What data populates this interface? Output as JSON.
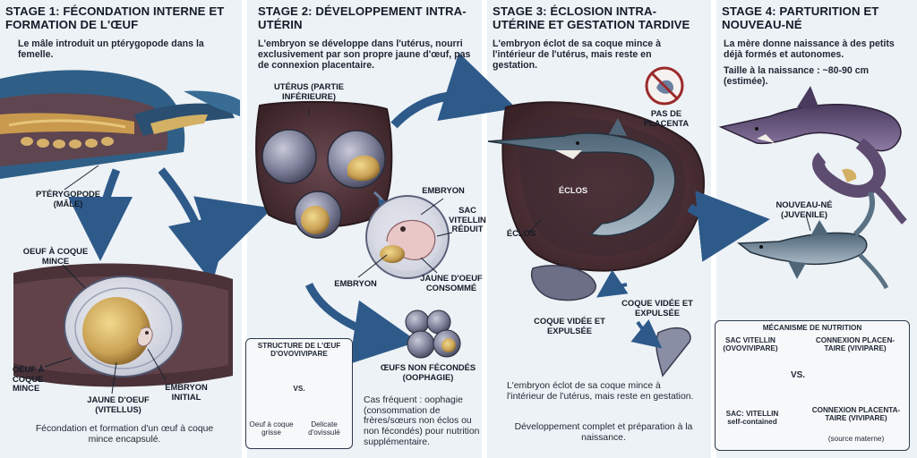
{
  "stage1": {
    "title": "STAGE 1: FÉCONDATION INTERNE ET FORMATION DE L'ŒUF",
    "desc": "Le mâle introduit un ptérygopode dans la femelle.",
    "labels": {
      "pterygopode": "PTÉRYGOPODE (MÂLE)",
      "oeuf_coque": "OEUF À COQUE MINCE",
      "oeuf_coque2": "OEUF À COQUE MINCE",
      "jaune": "JAUNE D'OEUF (VITELLUS)",
      "embryon": "EMBRYON INITIAL"
    },
    "caption": "Fécondation et formation d'un œuf à coque mince encapsulé."
  },
  "stage2": {
    "title": "STAGE 2: DÉVELOPPEMENT INTRA-UTÉRIN",
    "desc": "L'embryon se développe dans l'utérus, nourri exclusivement par son propre jaune d'œuf, pas de connexion placentaire.",
    "labels": {
      "uterus": "UTÉRUS (PARTIE INFÉRIEURE)",
      "embryon_top": "EMBRYON",
      "sac": "SAC VITELLIN RÉDUIT",
      "embryon_left": "EMBRYON",
      "jaune_consomme": "JAUNE D'OEUF CONSOMMÉ",
      "oeufs_non_fec": "ŒUFS NON FÉCONDÉS (OOPHAGIE)"
    },
    "box": {
      "title": "STRUCTURE DE L'ŒUF D'OVOVIVIPARE",
      "vs": "VS.",
      "left": "Oeuf à coque grisse",
      "right": "Delicate d'ovissulé"
    },
    "caption": "Cas fréquent : oophagie (consommation de frères/sœurs non éclos ou non fécondés) pour nutrition supplémentaire."
  },
  "stage3": {
    "title": "STAGE 3: ÉCLOSION INTRA-UTÉRINE ET GESTATION TARDIVE",
    "desc": "L'embryon éclot de sa coque mince à l'intérieur de l'utérus, mais reste en gestation.",
    "labels": {
      "pas_placenta": "PAS DE PLACENTA",
      "eclos_in": "ÉCLOS",
      "eclos_out": "ÉCLOS",
      "coque1": "COQUE VIDÉE ET EXPULSÉE",
      "coque2": "COQUE VIDÉE ET EXPULSÉE"
    },
    "caption1": "L'embryon éclot de sa coque mince à l'intérieur de l'utérus, mais reste en gestation.",
    "caption2": "Développement complet et préparation à la naissance."
  },
  "stage4": {
    "title": "STAGE 4: PARTURITION ET NOUVEAU-NÉ",
    "desc": "La mère donne naissance à des petits déjà formés et autonomes.",
    "size": "Taille à la naissance : ~80-90 cm (estimée).",
    "labels": {
      "nouveau_ne": "NOUVEAU-NÉ (JUVENILE)"
    },
    "box": {
      "title": "MÉCANISME DE NUTRITION",
      "left_title": "SAC VITELLIN (OVOVIVIPARE)",
      "right_title": "CONNEXION PLACEN-TAIRE (VIVIPARE)",
      "vs": "VS.",
      "left_cap": "SAC: VITELLIN self-contained",
      "right_cap": "CONNEXION PLACENTA-TAIRE (VIVIPARE)",
      "right_sub": "(source materne)"
    }
  },
  "colors": {
    "tissue": "#2f5f86",
    "tissue_dark": "#1e3e5a",
    "uterus": "#4a3238",
    "shark": "#5a7284",
    "shark_purple": "#5d4c70",
    "yolk": "#d3b064",
    "arrow": "#2e5a8a",
    "egg": "#6d6f86"
  }
}
